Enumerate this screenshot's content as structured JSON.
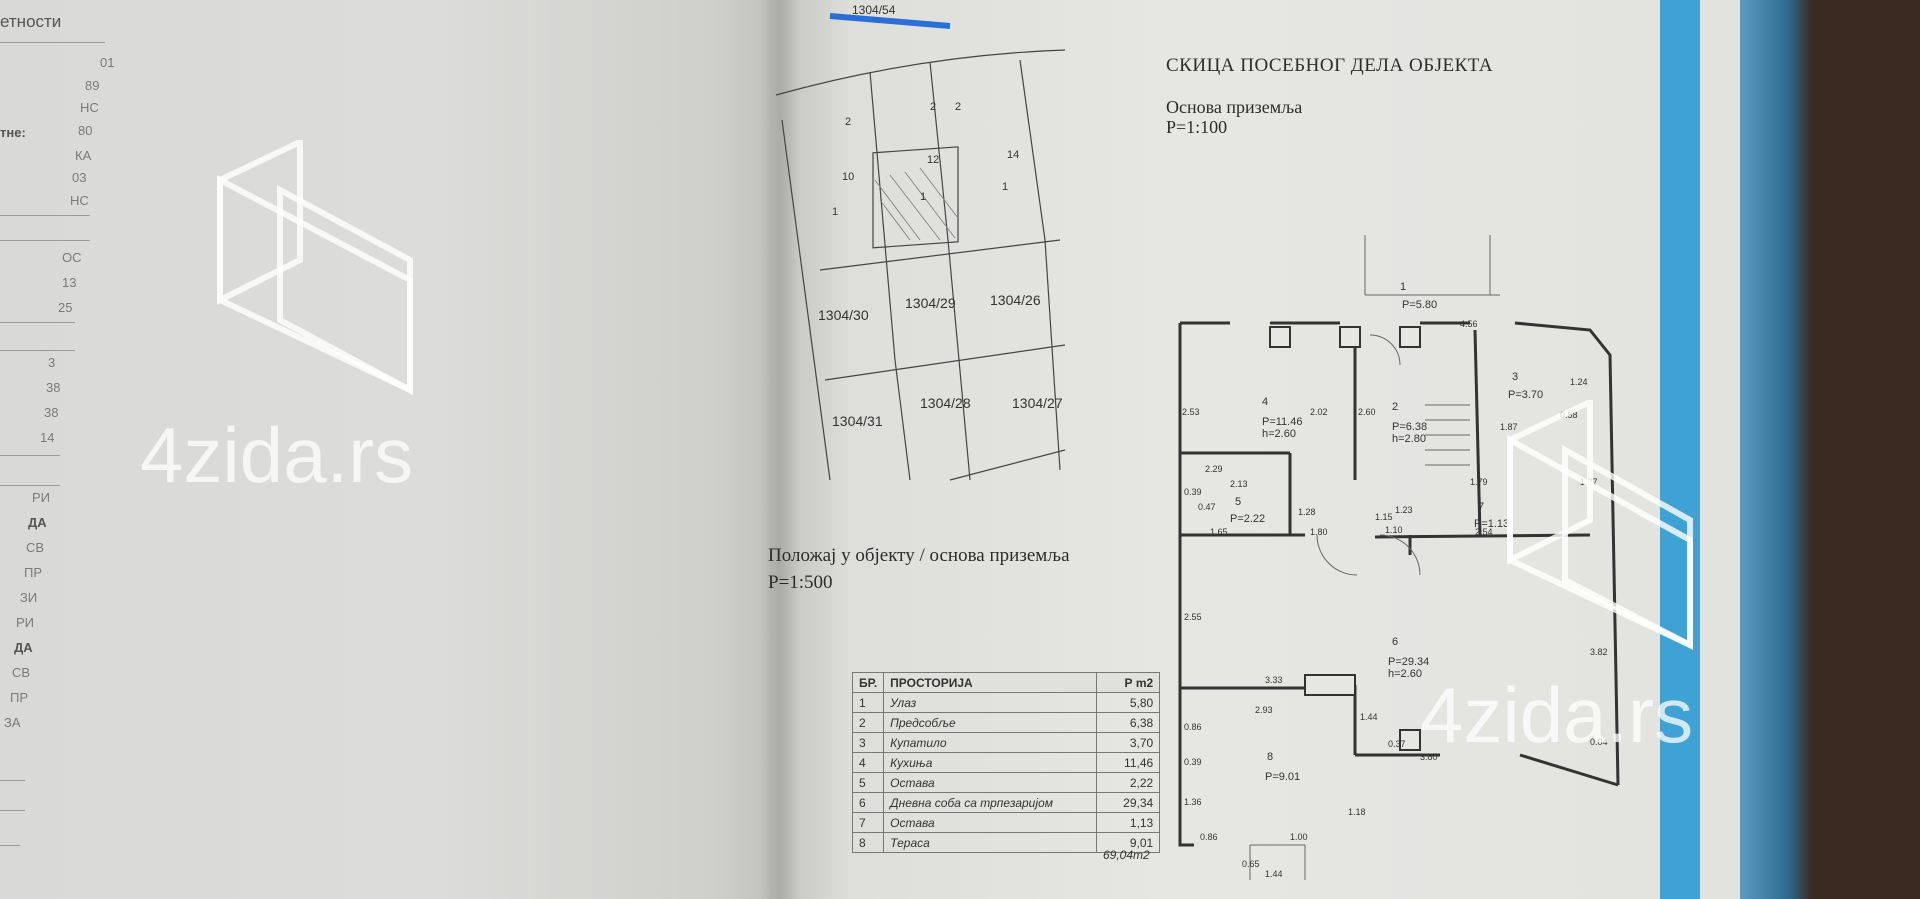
{
  "left_page": {
    "header": "етности",
    "column_values": [
      "01",
      "89",
      "НС",
      "80",
      "КА",
      "03",
      "НС",
      "ОС",
      "13",
      "25",
      "3",
      "38",
      "38",
      "14",
      "РИ",
      "ДА",
      "СВ",
      "ПР",
      "ЗИ",
      "РИ",
      "ДА",
      "СВ",
      "ПР",
      "ЗА"
    ],
    "row_label": "тне:"
  },
  "watermark": {
    "text": "4zida.rs"
  },
  "situation_plan": {
    "parcel_top": "1304/54",
    "parcels": [
      "1304/30",
      "1304/29",
      "1304/26",
      "1304/31",
      "1304/28",
      "1304/27"
    ],
    "house_numbers": [
      "2",
      "2",
      "2",
      "10",
      "12",
      "14",
      "1",
      "1",
      "1"
    ],
    "caption": "Положај у објекту / основа приземља",
    "scale": "Р=1:500"
  },
  "floor_plan": {
    "title": "СКИЦА ПОСЕБНОГ ДЕЛА ОБЈЕКТА",
    "subtitle": "Основа приземља",
    "scale": "Р=1:100",
    "room_labels": [
      {
        "num": "1",
        "area": "Р=5.80"
      },
      {
        "num": "2",
        "area": "Р=6.38",
        "h": "h=2.80"
      },
      {
        "num": "3",
        "area": "Р=3.70"
      },
      {
        "num": "4",
        "area": "Р=11.46",
        "h": "h=2.60"
      },
      {
        "num": "5",
        "area": "Р=2.22"
      },
      {
        "num": "6",
        "area": "Р=29.34",
        "h": "h=2.60"
      },
      {
        "num": "7",
        "area": "Р=1.13"
      },
      {
        "num": "8",
        "area": "Р=9.01"
      }
    ],
    "dimensions": [
      "4.56",
      "2.53",
      "2.02",
      "2.60",
      "1.24",
      "0.58",
      "1.87",
      "2.29",
      "2.13",
      "1.28",
      "1.65",
      "1.80",
      "1.15",
      "1.23",
      "1.10",
      "1.79",
      "2.54",
      "1.87",
      "2.55",
      "3.33",
      "2.93",
      "3.82",
      "1.44",
      "0.86",
      "0.39",
      "1.36",
      "1.18",
      "0.37",
      "3.80",
      "1.00",
      "0.86",
      "1.44",
      "0.65",
      "0.47",
      "0.39",
      "0.04"
    ]
  },
  "room_table": {
    "headers": [
      "БР.",
      "ПРОСТОРИЈА",
      "Р m2"
    ],
    "rows": [
      [
        "1",
        "Улаз",
        "5,80"
      ],
      [
        "2",
        "Предсобље",
        "6,38"
      ],
      [
        "3",
        "Купатило",
        "3,70"
      ],
      [
        "4",
        "Кухиња",
        "11,46"
      ],
      [
        "5",
        "Остава",
        "2,22"
      ],
      [
        "6",
        "Дневна соба са трпезаријом",
        "29,34"
      ],
      [
        "7",
        "Остава",
        "1,13"
      ],
      [
        "8",
        "Тераса",
        "9,01"
      ]
    ],
    "total": "69,04m2"
  }
}
